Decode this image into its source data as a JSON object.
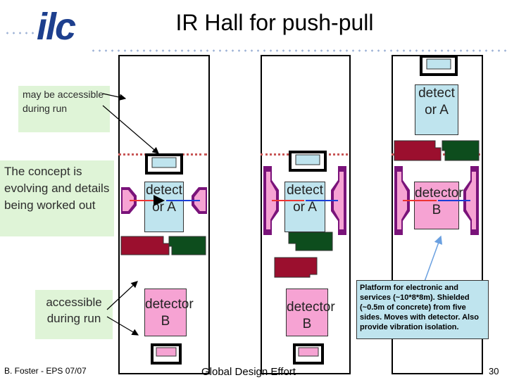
{
  "header": {
    "title": "IR Hall for push-pull",
    "logo_text": "ilc"
  },
  "notes": {
    "may_be_accessible": "may be accessible during run",
    "concept": "The concept is evolving and details being worked out",
    "accessible": "accessible during run"
  },
  "columns": {
    "left": {
      "detector_a": "detect or A",
      "detector_b": "detector B"
    },
    "middle": {
      "detector_a": "detect or A",
      "detector_b": "detector B"
    },
    "right": {
      "detector_a": "detect or A",
      "detector_b": "detector B"
    }
  },
  "platform_note": "Platform for electronic and services (~10*8*8m). Shielded (~0.5m of concrete) from five sides. Moves with detector. Also provide vibration isolation.",
  "footer": {
    "author": "B. Foster - EPS 07/07",
    "center": "Global Design Effort",
    "page": "30"
  },
  "colors": {
    "detector_a": "#bfe4ee",
    "detector_b": "#f6a3d3",
    "shield_red": "#9b0f2e",
    "shield_green": "#0d4d1d",
    "magnet_purple": "#7a137a",
    "beam_blue": "#1a3ed8",
    "beam_red": "#e33"
  }
}
